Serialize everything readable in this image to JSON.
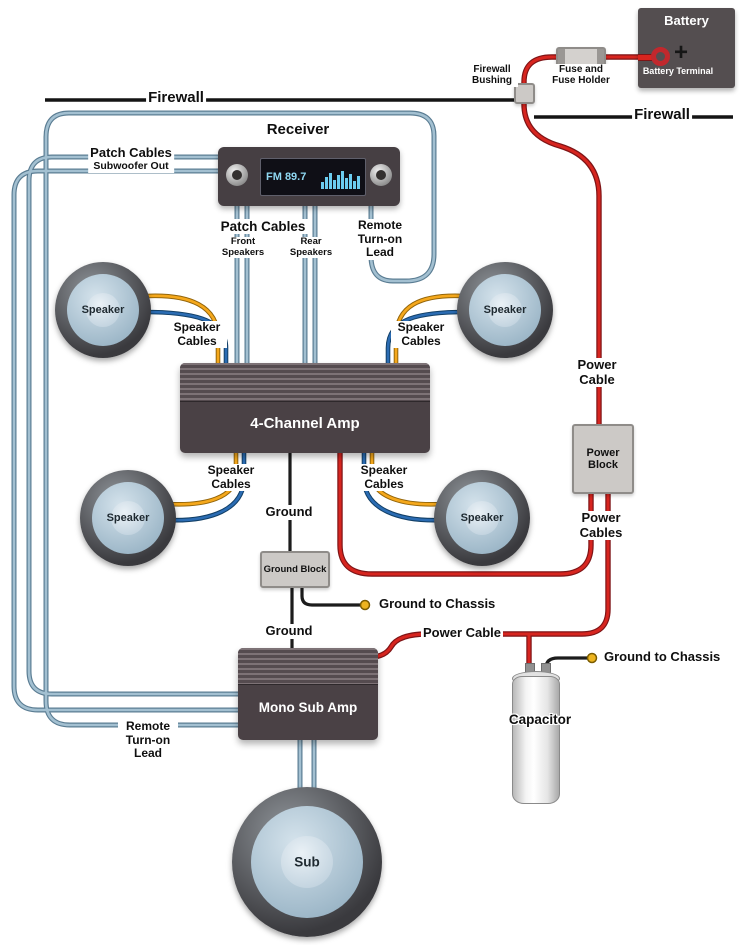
{
  "colors": {
    "power_cable": "#cc2127",
    "ground_wire": "#1c1c1c",
    "patch_cable": "#a3c0d1",
    "speaker_wire_yellow": "#f5a81c",
    "speaker_wire_blue": "#2b6cb3",
    "device_body": "#4a4145",
    "block_fill": "#ccc9c6",
    "display_text": "#8fd8f2"
  },
  "battery": {
    "title": "Battery",
    "terminal_label": "Battery Terminal",
    "plus": "+"
  },
  "receiver": {
    "title": "Receiver",
    "display": "FM 89.7"
  },
  "devices": {
    "amp_4channel": "4-Channel Amp",
    "mono_sub_amp": "Mono Sub Amp",
    "speaker_front_left": "Speaker",
    "speaker_front_right": "Speaker",
    "speaker_rear_left": "Speaker",
    "speaker_rear_right": "Speaker",
    "subwoofer": "Sub",
    "power_block": "Power Block",
    "ground_block": "Ground Block",
    "capacitor": "Capacitor",
    "fuse": "Fuse and Fuse Holder",
    "bushing": "Firewall Bushing"
  },
  "labels": {
    "firewall_left": "Firewall",
    "firewall_right": "Firewall",
    "patch_subwoofer_title": "Patch Cables",
    "patch_subwoofer_sub": "Subwoofer Out",
    "patch_cables_bottom": "Patch Cables",
    "front_speakers": "Front Speakers",
    "rear_speakers": "Rear Speakers",
    "remote_turn_on_top": "Remote Turn-on Lead",
    "remote_turn_on_bottom": "Remote Turn-on Lead",
    "speaker_cables_front_left": "Speaker Cables",
    "speaker_cables_front_right": "Speaker Cables",
    "speaker_cables_rear_left": "Speaker Cables",
    "speaker_cables_rear_right": "Speaker Cables",
    "ground_upper": "Ground",
    "ground_lower": "Ground",
    "ground_to_chassis_mid": "Ground to Chassis",
    "ground_to_chassis_cap": "Ground to Chassis",
    "power_cable_right": "Power Cable",
    "power_cables": "Power Cables",
    "power_cable_mid": "Power Cable"
  }
}
